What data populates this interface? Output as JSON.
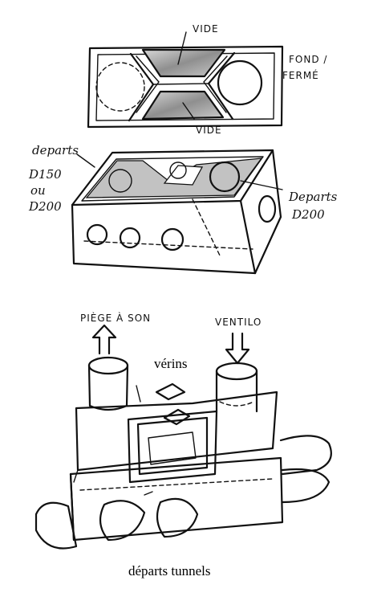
{
  "top_plan": {
    "label_top": "VIDE",
    "label_bottom": "VIDE",
    "label_right_1": "FOND /",
    "label_right_2": "FERMÉ"
  },
  "middle_box": {
    "left_1": "departs",
    "left_2": "D150",
    "left_3": "ou",
    "left_4": "D200",
    "right_1": "Departs",
    "right_2": "D200"
  },
  "bottom_sketch": {
    "left_top": "PIÈGE À SON",
    "right_top": "VENTILO",
    "center": "vérins",
    "caption": "départs tunnels"
  },
  "colors": {
    "ink": "#111111",
    "grey_fill": "#b8b8b8",
    "paper": "#ffffff"
  }
}
